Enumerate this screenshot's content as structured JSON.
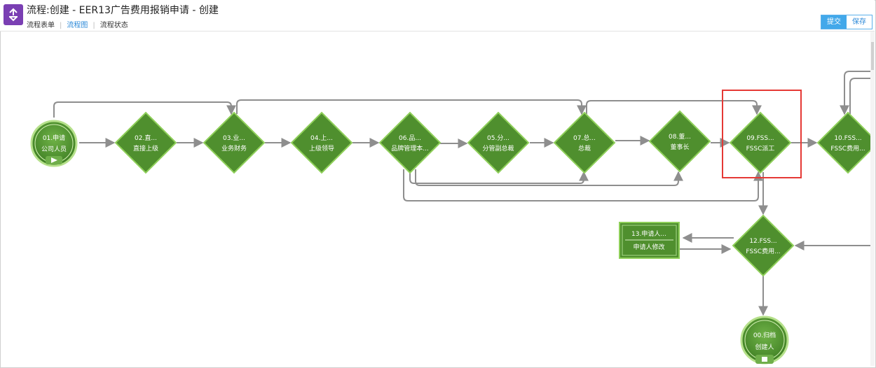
{
  "header": {
    "title": "流程:创建 - EER13广告费用报销申请 - 创建",
    "tabs": [
      {
        "label": "流程表单"
      },
      {
        "label": "流程图"
      },
      {
        "label": "流程状态"
      }
    ],
    "submit_label": "提交",
    "save_label": "保存"
  },
  "nodes": {
    "n01": {
      "line1": "01.申请",
      "line2": "公司人员"
    },
    "n02": {
      "line1": "02.直...",
      "line2": "直接上级"
    },
    "n03": {
      "line1": "03.业...",
      "line2": "业务财务"
    },
    "n04": {
      "line1": "04.上...",
      "line2": "上级领导"
    },
    "n06": {
      "line1": "06.品...",
      "line2": "品牌管理本..."
    },
    "n05": {
      "line1": "05.分...",
      "line2": "分管副总裁"
    },
    "n07": {
      "line1": "07.总...",
      "line2": "总裁"
    },
    "n08": {
      "line1": "08.董...",
      "line2": "董事长"
    },
    "n09": {
      "line1": "09.FSS...",
      "line2": "FSSC派工"
    },
    "n10": {
      "line1": "10.FSS...",
      "line2": "FSSC费用..."
    },
    "n12": {
      "line1": "12.FSS...",
      "line2": "FSSC费用..."
    },
    "n13": {
      "line1": "13.申请人...",
      "line2": "申请人修改"
    },
    "n00": {
      "line1": "00.归档",
      "line2": "创建人"
    }
  },
  "colors": {
    "node_fill": "#4f8f2e",
    "node_border": "#8fcf5a",
    "highlight": "#e53935",
    "connector": "#8e8e8e",
    "accent": "#42a8ea"
  }
}
